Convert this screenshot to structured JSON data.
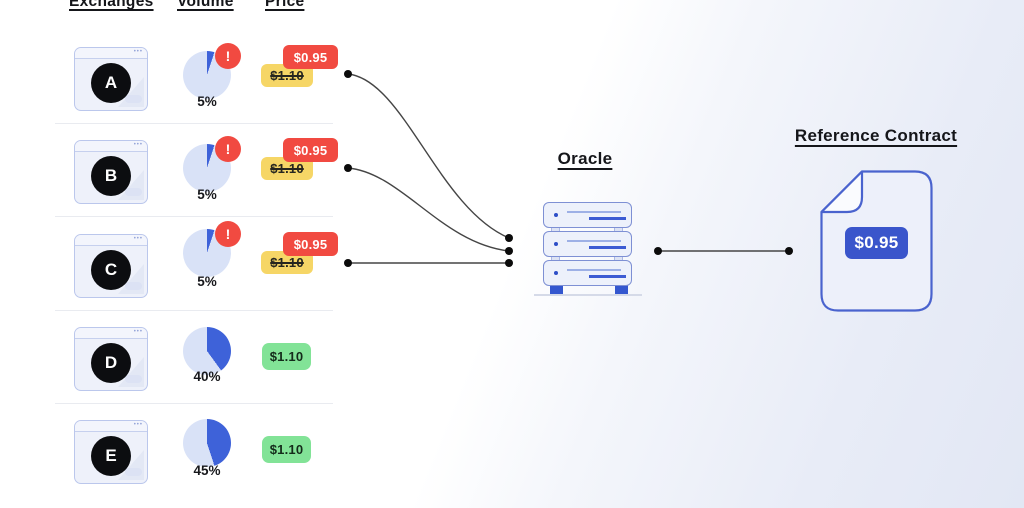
{
  "table": {
    "headers": {
      "exchanges": "Exchanges",
      "volume": "Volume",
      "price": "Price"
    },
    "rows": [
      {
        "exchange": "A",
        "volume_label": "5%",
        "volume_pct": 5,
        "alert": "!",
        "price_current": "$0.95",
        "price_crossed_out": "$1.10",
        "status": "manipulated"
      },
      {
        "exchange": "B",
        "volume_label": "5%",
        "volume_pct": 5,
        "alert": "!",
        "price_current": "$0.95",
        "price_crossed_out": "$1.10",
        "status": "manipulated"
      },
      {
        "exchange": "C",
        "volume_label": "5%",
        "volume_pct": 5,
        "alert": "!",
        "price_current": "$0.95",
        "price_crossed_out": "$1.10",
        "status": "manipulated"
      },
      {
        "exchange": "D",
        "volume_label": "40%",
        "volume_pct": 40,
        "price_current": "$1.10",
        "status": "normal"
      },
      {
        "exchange": "E",
        "volume_label": "45%",
        "volume_pct": 45,
        "price_current": "$1.10",
        "status": "normal"
      }
    ]
  },
  "oracle": {
    "label": "Oracle"
  },
  "reference_contract": {
    "label": "Reference Contract",
    "price": "$0.95"
  },
  "window_menu_glyph": "•••",
  "colors": {
    "alert_red": "#F14A41",
    "badge_yellow": "#F6D666",
    "badge_green": "#82E397",
    "pie_blue": "#3E62D9",
    "pie_light": "#D9E2F7",
    "contract_blue": "#3A55CB",
    "outline_blue": "#4A63CE",
    "connector_line": "#454545"
  }
}
